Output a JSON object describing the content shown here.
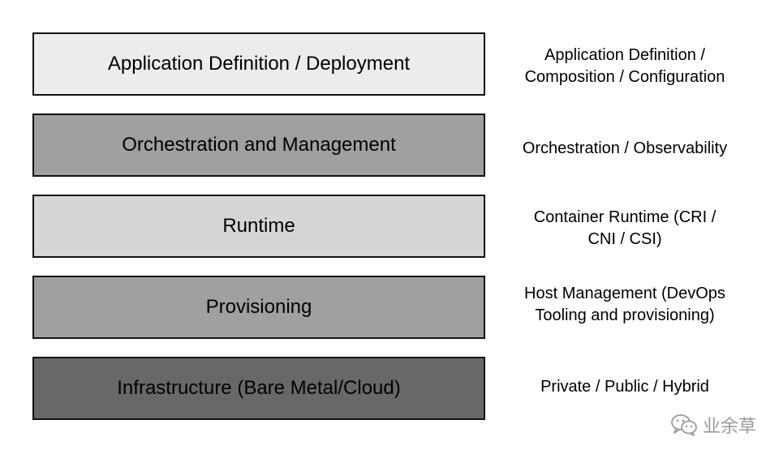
{
  "layers": [
    {
      "label": "Application Definition / Deployment",
      "fill": "#ececec"
    },
    {
      "label": "Orchestration and Management",
      "fill": "#a0a0a0"
    },
    {
      "label": "Runtime",
      "fill": "#d6d6d6"
    },
    {
      "label": "Provisioning",
      "fill": "#a0a0a0"
    },
    {
      "label": "Infrastructure (Bare Metal/Cloud)",
      "fill": "#686868"
    }
  ],
  "descriptions": [
    {
      "line1": "Application Definition /",
      "line2": "Composition / Configuration"
    },
    {
      "line1": "Orchestration / Observability",
      "line2": ""
    },
    {
      "line1": "Container Runtime (CRI /",
      "line2": "CNI / CSI)"
    },
    {
      "line1": "Host Management (DevOps",
      "line2": "Tooling and provisioning)"
    },
    {
      "line1": "Private / Public / Hybrid",
      "line2": ""
    }
  ],
  "watermark": {
    "text": "业余草",
    "icon": "wechat-icon"
  }
}
